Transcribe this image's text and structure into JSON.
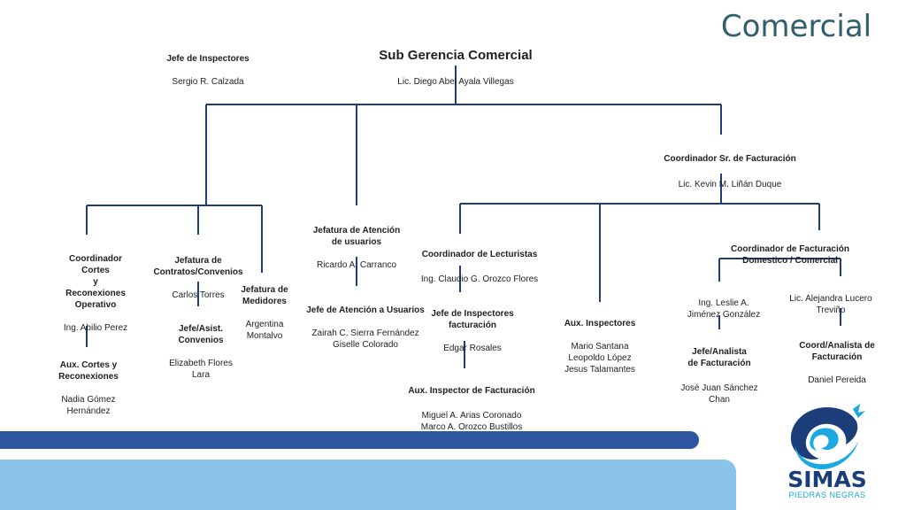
{
  "slide_title": "Comercial",
  "nodes": {
    "root": {
      "title": "Sub Gerencia Comercial",
      "person": "Lic. Diego Abel Ayala Villegas"
    },
    "jefe_inspectores": {
      "title": "Jefe de Inspectores",
      "person": "Sergio R. Calzada"
    },
    "coord_sr_facturacion": {
      "title": "Coordinador Sr.  de Facturación",
      "person": "Lic. Kevin M. Liñán Duque"
    },
    "coord_cortes": {
      "title": "Coordinador\nCortes\ny\nReconexiones\nOperativo",
      "person": "Ing. Abilio Perez"
    },
    "aux_cortes": {
      "title": "Aux. Cortes y\nReconexiones",
      "person": "Nadia Gómez\nHernández"
    },
    "jef_contratos": {
      "title": "Jefatura de\nContratos/Convenios",
      "person": "Carlos Torres"
    },
    "jefe_convenios": {
      "title": "Jefe/Asist.\nConvenios",
      "person": "Elizabeth Flores\nLara"
    },
    "jef_medidores": {
      "title": "Jefatura de\nMedidores",
      "person": "Argentina\nMontalvo"
    },
    "jef_atencion": {
      "title": "Jefatura de Atención\nde usuarios",
      "person": "Ricardo A. Carranco"
    },
    "jefe_atencion_usuarios": {
      "title": "Jefe de Atención a Usuarios",
      "person": "Zairah C. Sierra Fernández\nGiselle Colorado"
    },
    "coord_lecturistas": {
      "title": "Coordinador de Lecturistas",
      "person": "Ing. Claudio  G. Orozco Flores"
    },
    "jefe_insp_facturacion": {
      "title": "Jefe de Inspectores\nfacturación",
      "person": "Edgar Rosales"
    },
    "aux_insp_facturacion": {
      "title": "Aux. Inspector de Facturación",
      "person": "Miguel A. Arias Coronado\nMarco A. Orozco Bustillos"
    },
    "aux_inspectores": {
      "title": "Aux. Inspectores",
      "person": "Mario Santana\n Leopoldo  López\nJesus Talamantes"
    },
    "coord_fact_domestico": {
      "title": "Coordinador de Facturación\nDomestico / Comercial",
      "person": ""
    },
    "leslie": {
      "title": "",
      "person": "Ing. Leslie A.\nJiménez  González"
    },
    "jefe_analista_fact": {
      "title": "Jefe/Analista\nde Facturación",
      "person": "José Juan Sánchez\nChan"
    },
    "alejandra": {
      "title": "",
      "person": "Lic. Alejandra Lucero\nTreviño"
    },
    "coord_analista_fact": {
      "title": "Coord/Analista de\nFacturación",
      "person": "Daniel Pereida"
    }
  },
  "logo": {
    "name": "SIMAS",
    "subtitle": "PIEDRAS NEGRAS"
  },
  "colors": {
    "lines": "#1f3d7a",
    "title": "#2f5f6a",
    "bar_dark": "#2e55a0",
    "bar_light": "#8cc3e8"
  }
}
